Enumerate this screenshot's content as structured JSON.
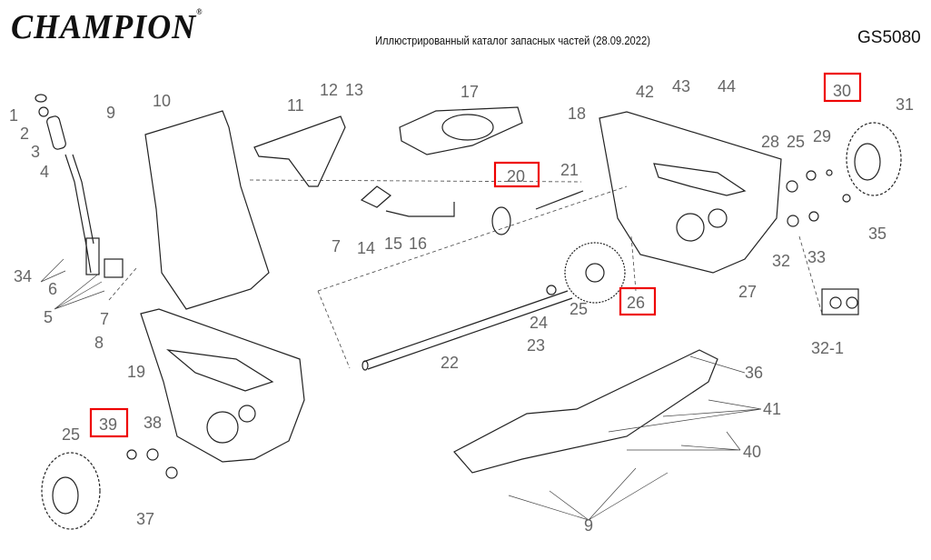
{
  "header": {
    "brand": "CHAMPION",
    "registered_mark": "®",
    "subtitle": "Иллюстрированный каталог запасных частей (28.09.2022)",
    "model": "GS5080"
  },
  "highlight_color": "#e00000",
  "labels": {
    "l1": "1",
    "l2": "2",
    "l3": "3",
    "l4": "4",
    "l34": "34",
    "l6": "6",
    "l5": "5",
    "l7a": "7",
    "l9a": "9",
    "l10": "10",
    "l11": "11",
    "l12": "12",
    "l13": "13",
    "l17": "17",
    "l18": "18",
    "l20": "20",
    "l21": "21",
    "l7b": "7",
    "l14": "14",
    "l15": "15",
    "l16": "16",
    "l42": "42",
    "l43": "43",
    "l44": "44",
    "l30": "30",
    "l31": "31",
    "l28": "28",
    "l25a": "25",
    "l29": "29",
    "l35": "35",
    "l32": "32",
    "l33": "33",
    "l27": "27",
    "l26": "26",
    "l25b": "25",
    "l24": "24",
    "l23": "23",
    "l22": "22",
    "l8": "8",
    "l19": "19",
    "l36": "36",
    "l41": "41",
    "l40": "40",
    "l39": "39",
    "l38": "38",
    "l25c": "25",
    "l37": "37",
    "l9b": "9",
    "l321": "32-1"
  },
  "highlighted_parts": [
    "20",
    "30",
    "26",
    "39"
  ]
}
